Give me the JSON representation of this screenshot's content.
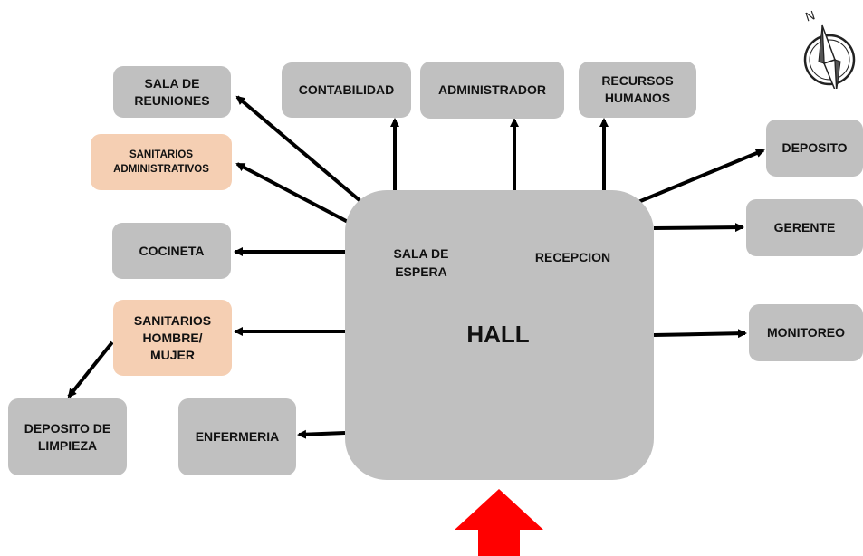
{
  "hall": {
    "title": "HALL",
    "waiting_area": "SALA DE\nESPERA",
    "reception": "RECEPCION"
  },
  "rooms": {
    "sala_reuniones": "SALA DE\nREUNIONES",
    "contabilidad": "CONTABILIDAD",
    "administrador": "ADMINISTRADOR",
    "recursos_humanos": "RECURSOS\nHUMANOS",
    "sanitarios_administrativos": "SANITARIOS\nADMINISTRATIVOS",
    "deposito": "DEPOSITO",
    "gerente": "GERENTE",
    "cocineta": "COCINETA",
    "sanitarios_hombre_mujer": "SANITARIOS\nHOMBRE/\nMUJER",
    "monitoreo": "MONITOREO",
    "deposito_limpieza": "DEPOSITO DE\nLIMPIEZA",
    "enfermeria": "ENFERMERIA"
  },
  "compass": {
    "north_label": "N",
    "icon": "compass-icon"
  },
  "colors": {
    "room_fill": "#c0c0c0",
    "sanitary_fill": "#f5cfb3",
    "arrow": "#000000",
    "entrance_arrow": "#ff0000"
  }
}
